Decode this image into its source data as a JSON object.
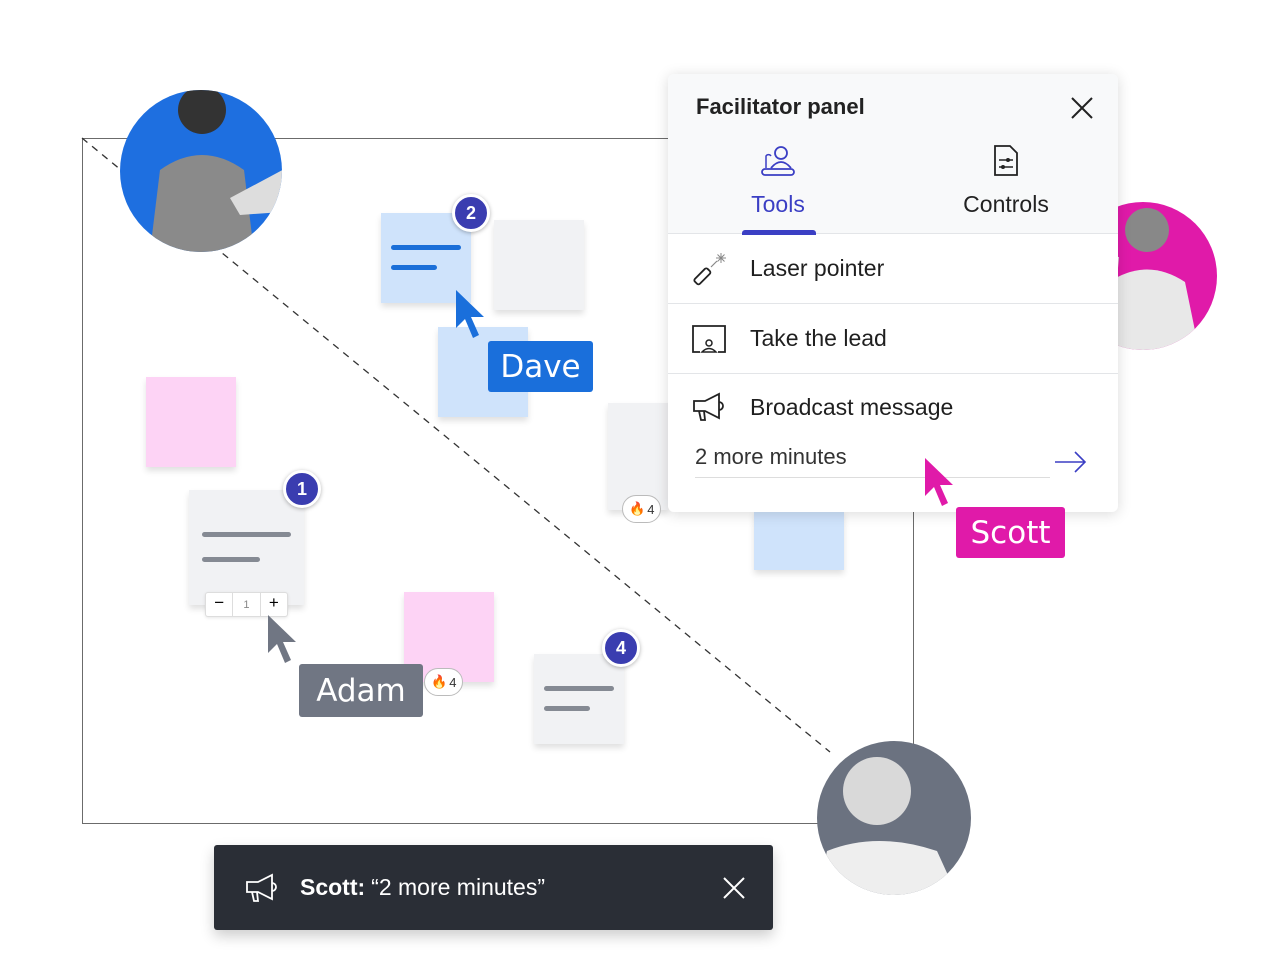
{
  "colors": {
    "accent": "#3b3fc4",
    "dave": "#1a6fdb",
    "scott": "#e01aa9",
    "adam": "#6f7580",
    "toast_bg": "#2a2e36"
  },
  "board": {
    "badges": [
      "2",
      "1",
      "4"
    ],
    "stepper": {
      "minus": "−",
      "value": "1",
      "plus": "+"
    },
    "reactions": [
      {
        "icon": "fire-icon",
        "count": "4"
      },
      {
        "icon": "fire-icon",
        "count": "4"
      }
    ]
  },
  "cursors": [
    {
      "name": "Dave"
    },
    {
      "name": "Adam"
    },
    {
      "name": "Scott"
    }
  ],
  "panel": {
    "title": "Facilitator panel",
    "tabs": [
      {
        "label": "Tools",
        "icon": "presenter-icon",
        "active": true
      },
      {
        "label": "Controls",
        "icon": "document-settings-icon",
        "active": false
      }
    ],
    "items": [
      {
        "label": "Laser pointer",
        "icon": "laser-pointer-icon"
      },
      {
        "label": "Take the lead",
        "icon": "present-screen-icon"
      },
      {
        "label": "Broadcast message",
        "icon": "megaphone-icon"
      }
    ],
    "message_input": {
      "value": "2 more minutes"
    }
  },
  "toast": {
    "sender": "Scott:",
    "message": "“2 more minutes”"
  }
}
